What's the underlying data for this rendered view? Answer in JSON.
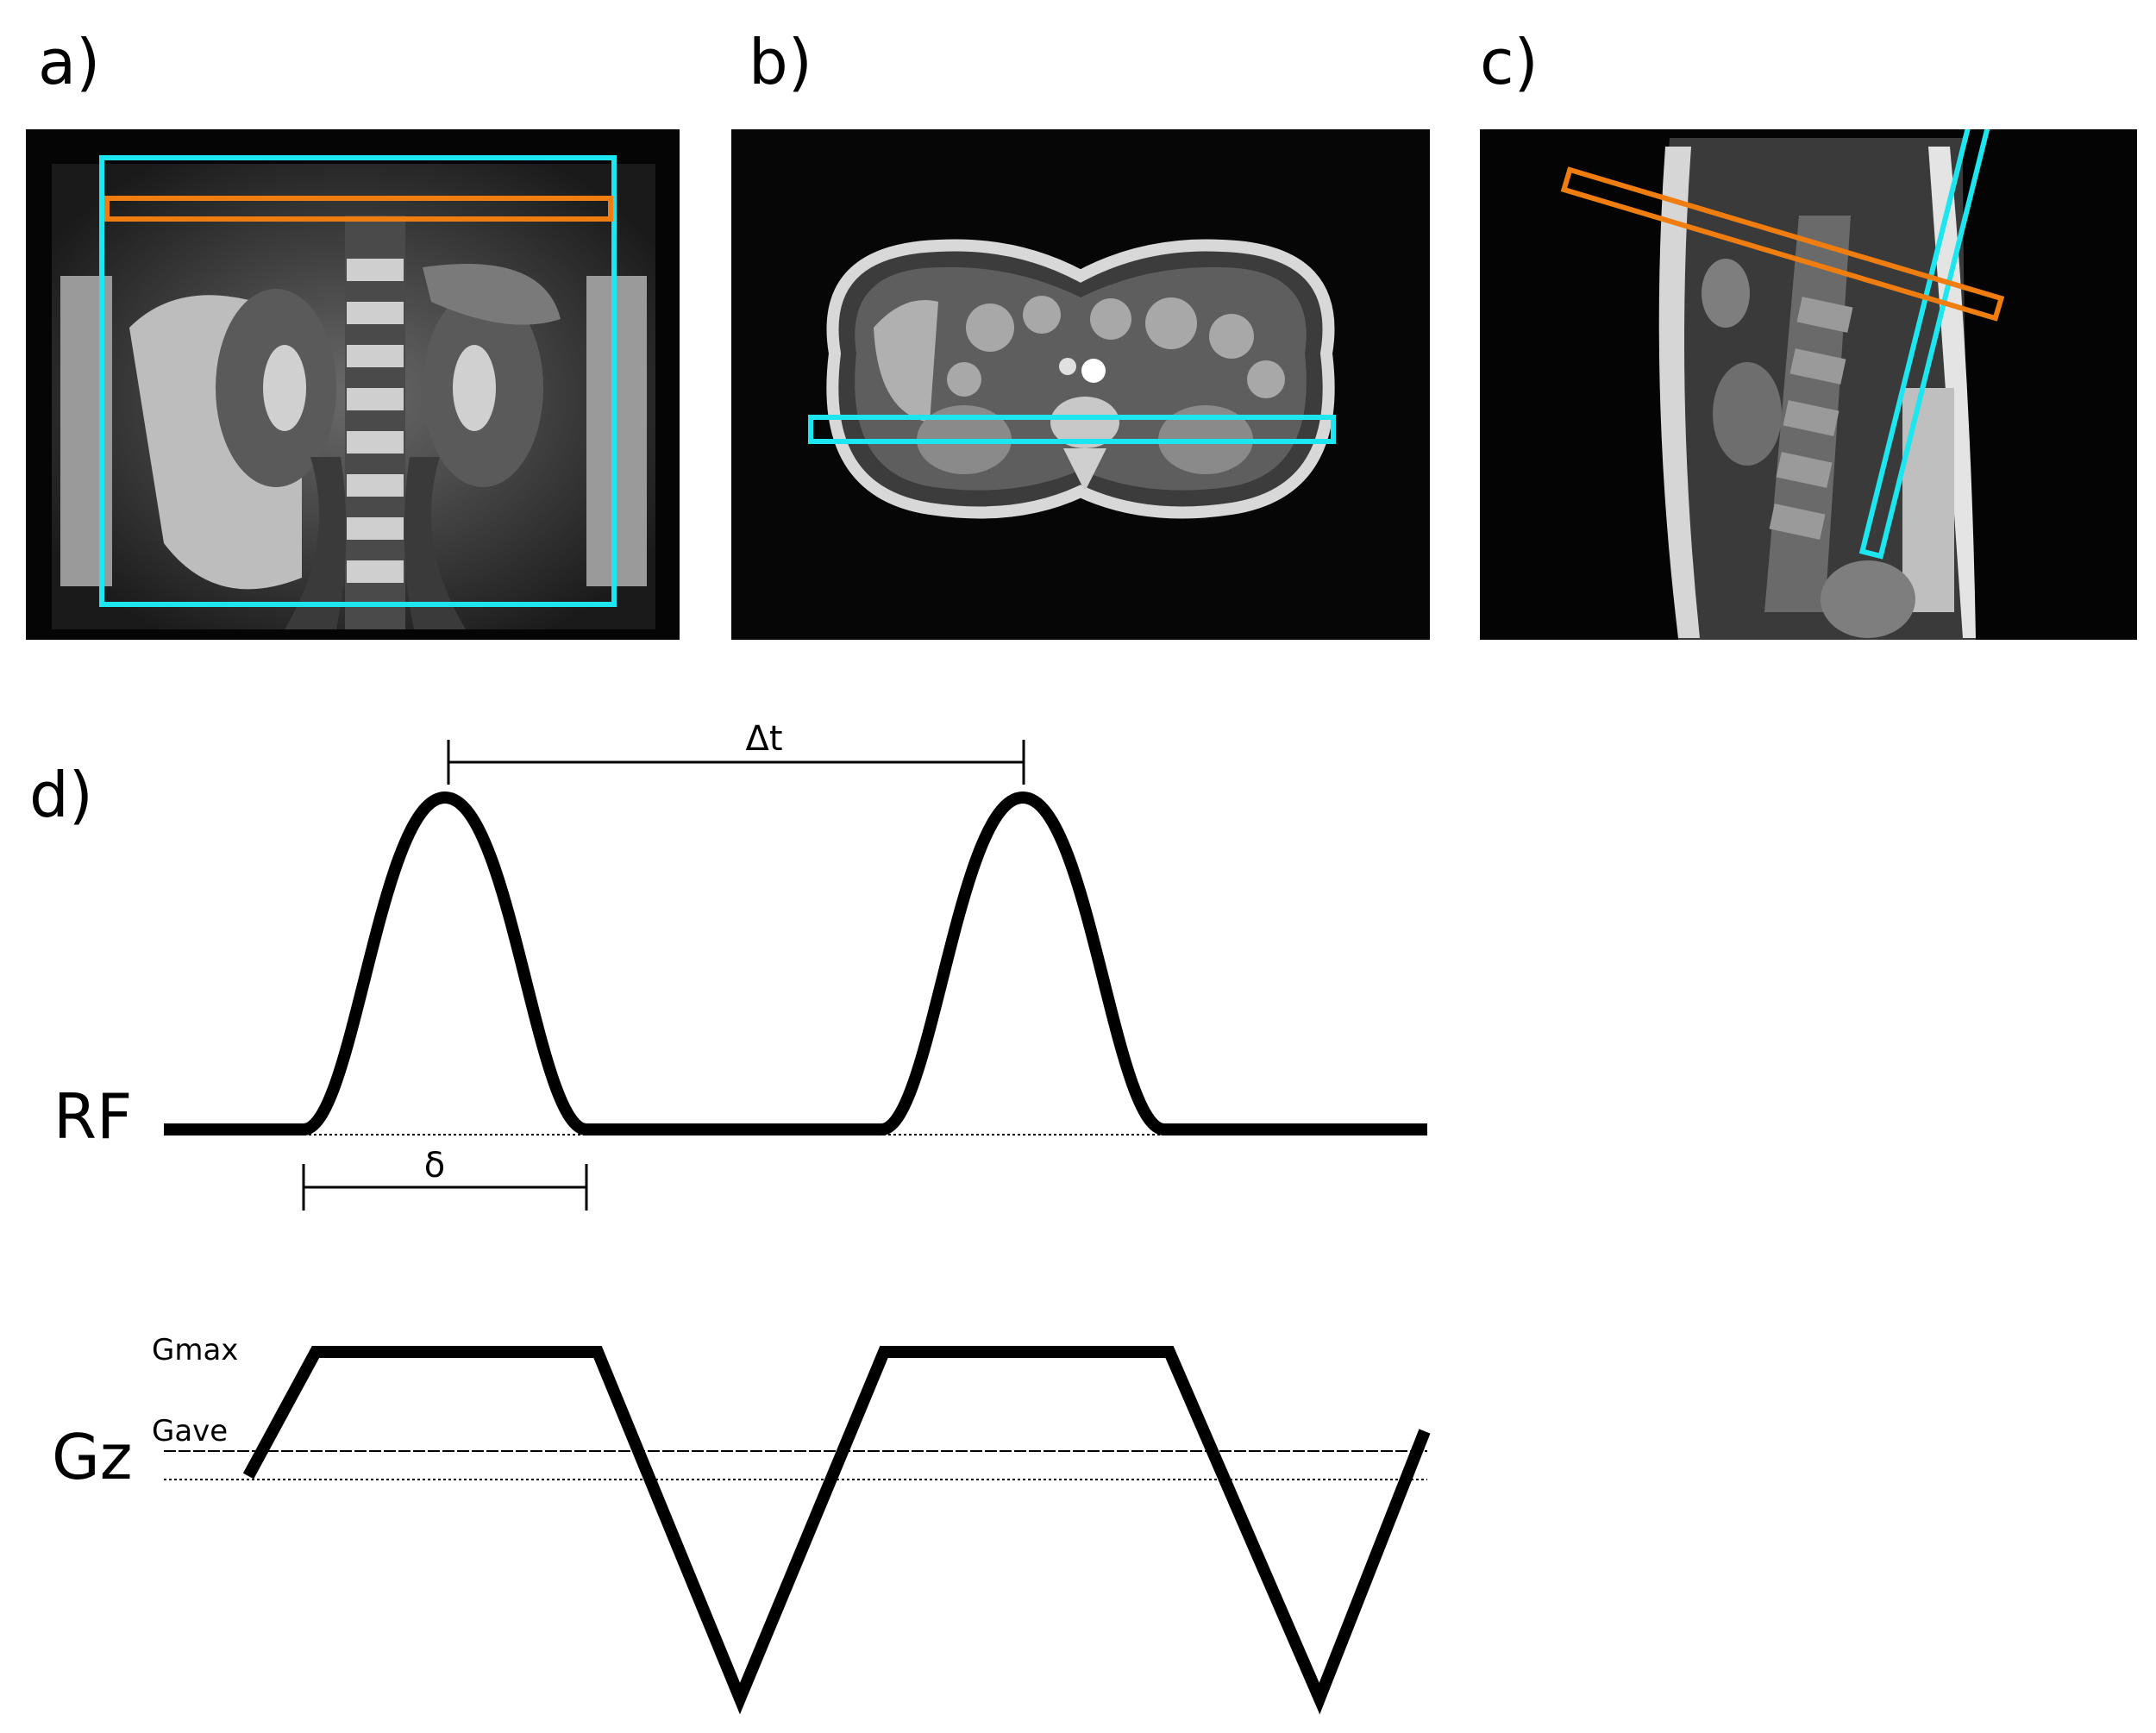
{
  "panels": {
    "a": {
      "label": "a)"
    },
    "b": {
      "label": "b)"
    },
    "c": {
      "label": "c)"
    },
    "d": {
      "label": "d)"
    }
  },
  "diagram": {
    "delta_t_label": "Δt",
    "delta_label": "δ",
    "rf_label": "RF",
    "gz_label": "Gz",
    "gmax_label": "Gmax",
    "gave_label": "Gave"
  },
  "colors": {
    "background": "#ffffff",
    "ink": "#000000",
    "box_cyan": "#1ee6f0",
    "box_orange": "#f07d0f"
  }
}
